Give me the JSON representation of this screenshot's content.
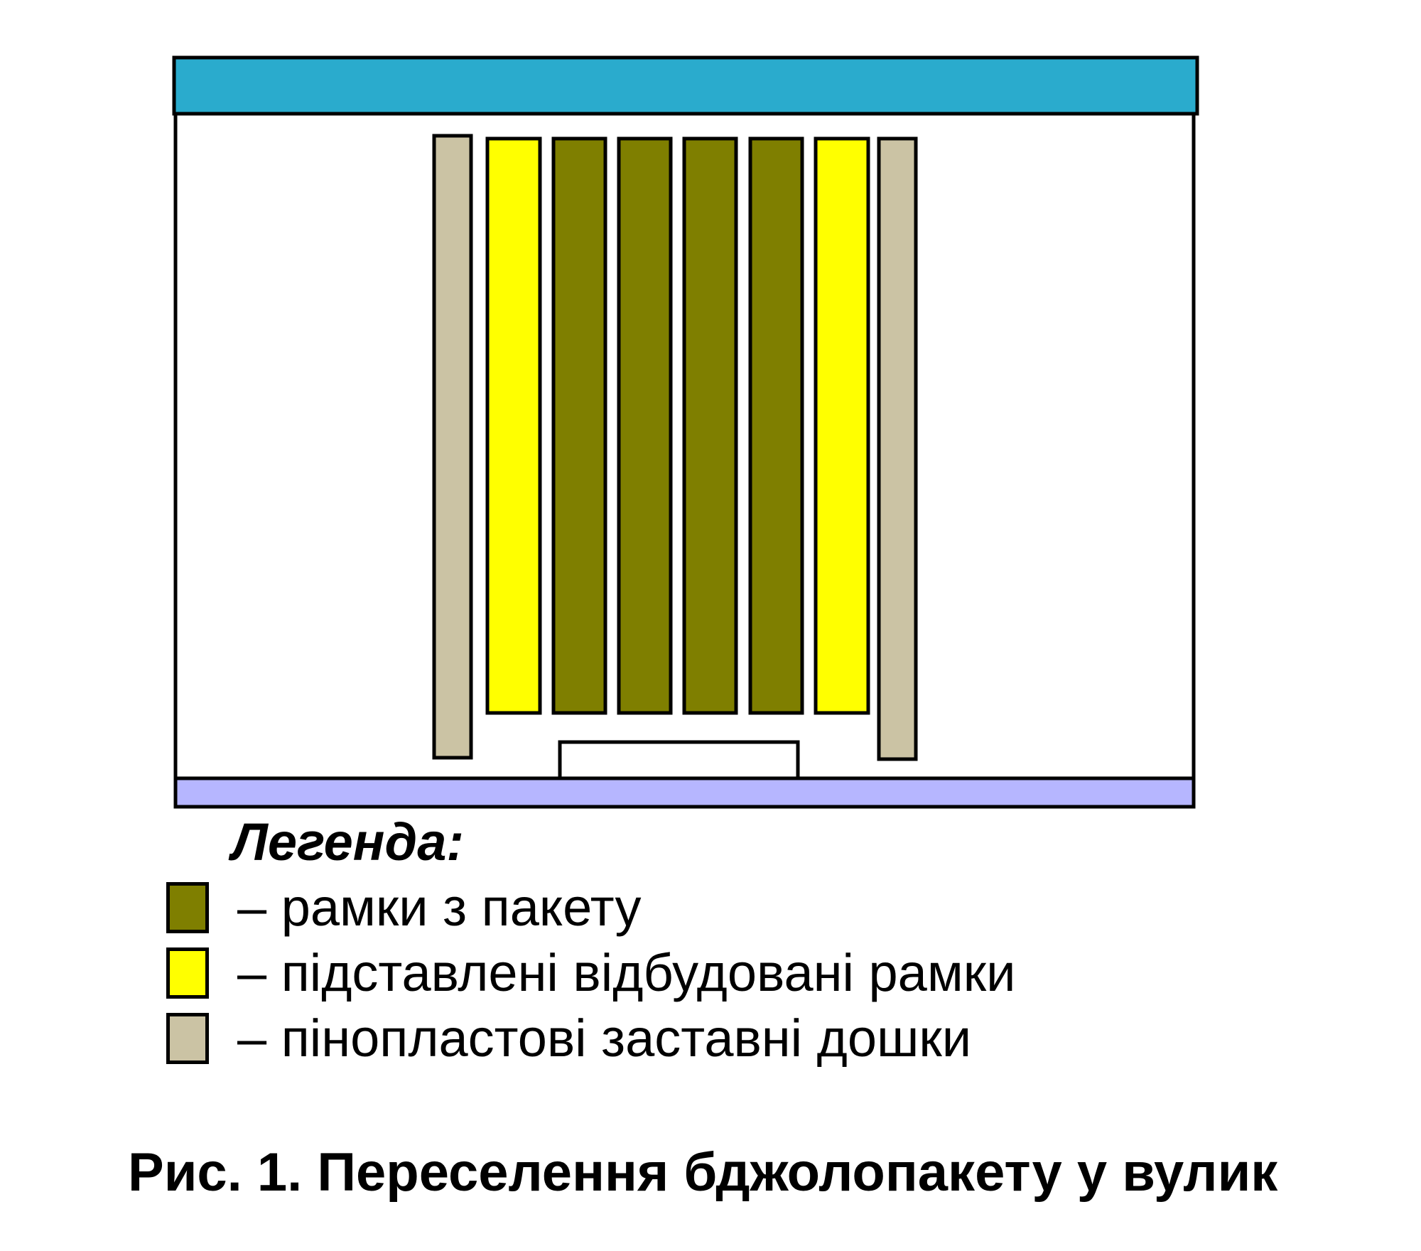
{
  "colors": {
    "roof": "#2aabcd",
    "floor": "#b6b6ff",
    "hive_interior": "#ffffff",
    "package_frame": "#7f7f00",
    "drawn_frame": "#ffff00",
    "foam_board": "#cbc3a4",
    "feeder": "#ffffff",
    "outline": "#000000"
  },
  "diagram": {
    "frames": [
      {
        "kind": "foam_board",
        "name": "foam-board-left"
      },
      {
        "kind": "drawn_frame",
        "name": "drawn-frame-left"
      },
      {
        "kind": "package_frame",
        "name": "package-frame-1"
      },
      {
        "kind": "package_frame",
        "name": "package-frame-2"
      },
      {
        "kind": "package_frame",
        "name": "package-frame-3"
      },
      {
        "kind": "package_frame",
        "name": "package-frame-4"
      },
      {
        "kind": "drawn_frame",
        "name": "drawn-frame-right"
      },
      {
        "kind": "foam_board",
        "name": "foam-board-right"
      }
    ]
  },
  "legend": {
    "title": "Легенда:",
    "items": [
      {
        "key": "package_frame",
        "label": "– рамки з пакету"
      },
      {
        "key": "drawn_frame",
        "label": "– підставлені відбудовані рамки"
      },
      {
        "key": "foam_board",
        "label": "– пінопластові заставні дошки"
      }
    ]
  },
  "caption": "Рис. 1. Переселення бджолопакету у вулик"
}
